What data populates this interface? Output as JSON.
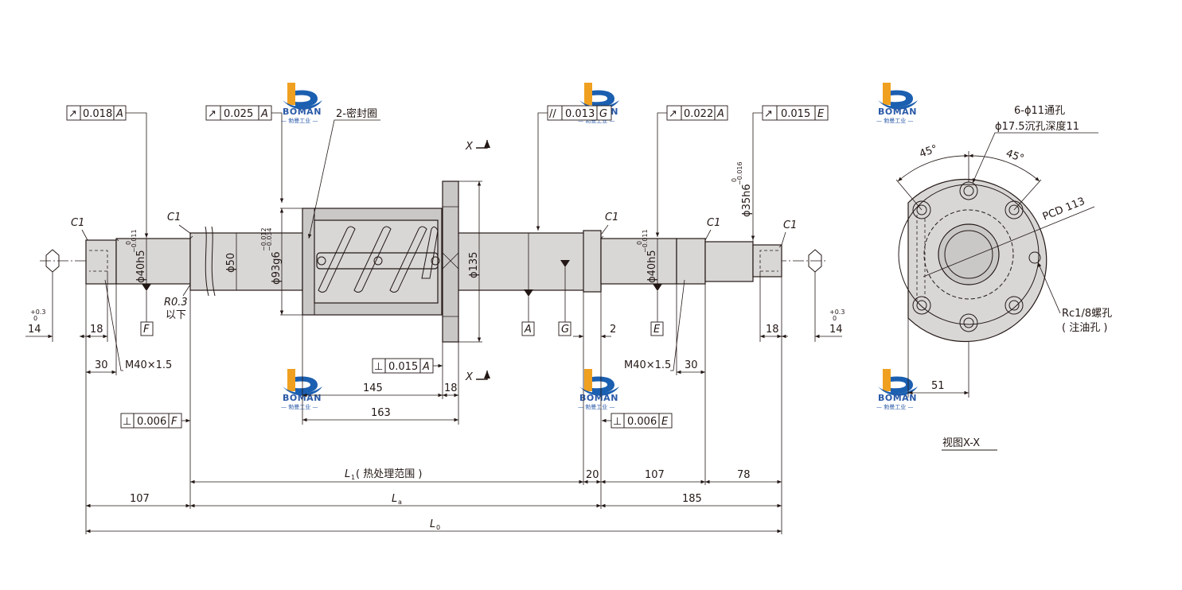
{
  "watermark": {
    "brand": "BOMAN",
    "sub": "— 勃曼工业 —"
  },
  "section": {
    "mark": "X",
    "view_label": "视图X-X"
  },
  "tolerances": {
    "runout_left": {
      "symbol": "↗",
      "value": "0.018",
      "datum": "A"
    },
    "runout_shaft": {
      "symbol": "↗",
      "value": "0.025",
      "datum": "A"
    },
    "parallel_nut": {
      "symbol": "//",
      "value": "0.013",
      "datum": "G"
    },
    "runout_right": {
      "symbol": "↗",
      "value": "0.022",
      "datum": "A"
    },
    "runout_end": {
      "symbol": "↗",
      "value": "0.015",
      "datum": "E"
    },
    "perp_flange": {
      "symbol": "⊥",
      "value": "0.015",
      "datum": "A"
    },
    "perp_left": {
      "symbol": "⊥",
      "value": "0.006",
      "datum": "F"
    },
    "perp_right": {
      "symbol": "⊥",
      "value": "0.006",
      "datum": "E"
    }
  },
  "datums": {
    "A": "A",
    "E": "E",
    "F": "F",
    "G": "G"
  },
  "labels": {
    "seal": "2-密封圈",
    "c1": "C1",
    "r03_a": "R0.3",
    "r03_b": "以下",
    "thread_left": "M40×1.5",
    "thread_right": "M40×1.5",
    "hole_a": "6-ϕ11通孔",
    "hole_b": "ϕ17.5沉孔深度11",
    "pcd": "PCD 113",
    "oil_a": "Rc1/8螺孔",
    "oil_b": "( 注油孔 )",
    "angle": "45°"
  },
  "diameters": {
    "d40h5": "ϕ40h5",
    "d40h5_tol_up": "0",
    "d40h5_tol_lo": "−0.011",
    "d50": "ϕ50",
    "d93g6": "ϕ93g6",
    "d93g6_tol_up": "−0.012",
    "d93g6_tol_lo": "−0.034",
    "d135": "ϕ135",
    "d35h6": "ϕ35h6",
    "d35h6_tol_up": "0",
    "d35h6_tol_lo": "−0.016"
  },
  "dims": {
    "d14": "14",
    "d14_tol_up": "+0.3",
    "d14_tol_lo": "0",
    "d18": "18",
    "d30": "30",
    "d145": "145",
    "d163": "163",
    "d2": "2",
    "d20": "20",
    "d107": "107",
    "d185": "185",
    "d78": "78",
    "d51": "51",
    "L1": "L",
    "L1_sub": "1",
    "L1_note": "( 热处理范围 )",
    "La": "L",
    "La_sub": "a",
    "L0": "L",
    "L0_sub": "0"
  }
}
